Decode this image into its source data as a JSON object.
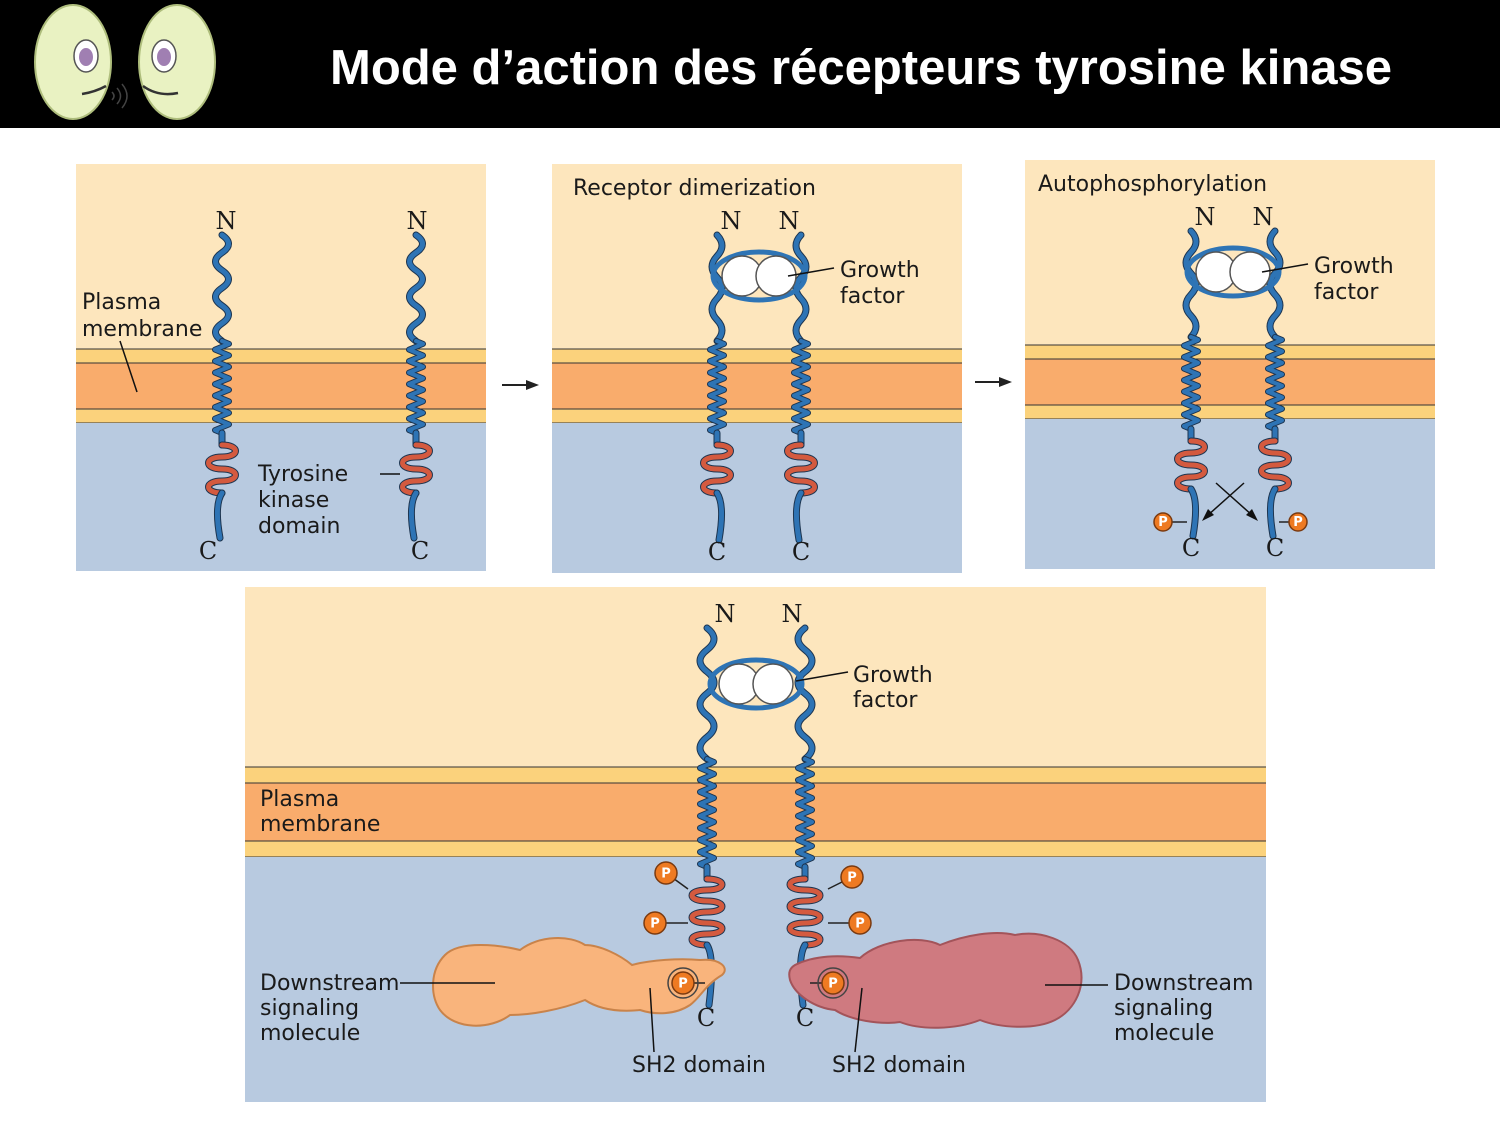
{
  "header": {
    "title": "Mode d’action des récepteurs tyrosine kinase"
  },
  "panel1": {
    "plasma_label_line1": "Plasma",
    "plasma_label_line2": "membrane",
    "tk_line1": "Tyrosine",
    "tk_line2": "kinase",
    "tk_line3": "domain",
    "n_label": "N",
    "c_label": "C"
  },
  "panel2": {
    "title": "Receptor dimerization",
    "gf_line1": "Growth",
    "gf_line2": "factor",
    "n_label": "N",
    "c_label": "C"
  },
  "panel3": {
    "title": "Autophosphorylation",
    "gf_line1": "Growth",
    "gf_line2": "factor",
    "n_label": "N",
    "c_label": "C",
    "p_label": "P"
  },
  "panel4": {
    "gf_line1": "Growth",
    "gf_line2": "factor",
    "plasma_line1": "Plasma",
    "plasma_line2": "membrane",
    "ds_line1": "Downstream",
    "ds_line2": "signaling",
    "ds_line3": "molecule",
    "sh2": "SH2 domain",
    "n_label": "N",
    "c_label": "C",
    "p_label": "P"
  },
  "colors": {
    "extracellular": "#fde6bd",
    "membrane_outer": "#fbd27c",
    "membrane_core": "#f9ac6c",
    "cytoplasm": "#b8cae0",
    "receptor_blue": "#2e74b5",
    "kinase_red": "#d45a3f",
    "phosphate": "#ee7a22",
    "molecule_orange": "#f9b47c",
    "molecule_red": "#cf7a80"
  }
}
